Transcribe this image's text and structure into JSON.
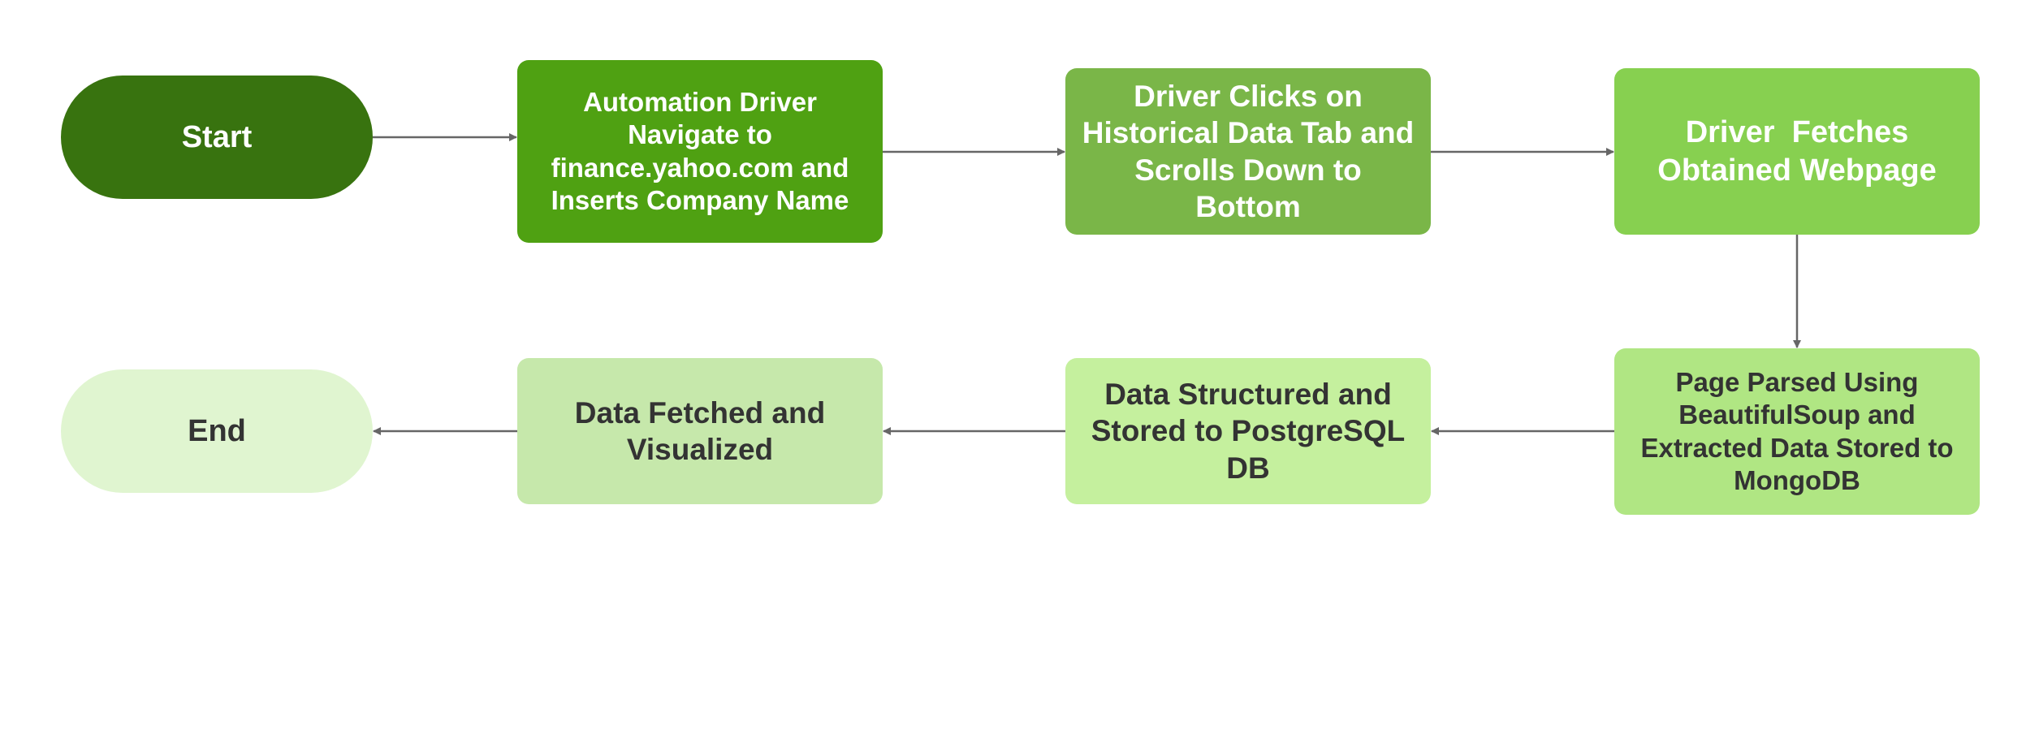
{
  "diagram": {
    "nodes": [
      {
        "id": "start",
        "shape": "pill",
        "label": "Start",
        "fill": "#38730f",
        "text_color": "#ffffff"
      },
      {
        "id": "step1",
        "shape": "rect",
        "label": "Automation Driver Navigate to finance.yahoo.com and Inserts Company Name",
        "fill": "#4fa112",
        "text_color": "#ffffff"
      },
      {
        "id": "step2",
        "shape": "rect",
        "label": "Driver Clicks on Historical Data Tab and Scrolls Down to Bottom",
        "fill": "#7ab648",
        "text_color": "#ffffff"
      },
      {
        "id": "step3",
        "shape": "rect",
        "label": "Driver  Fetches Obtained Webpage",
        "fill": "#87d050",
        "text_color": "#ffffff"
      },
      {
        "id": "step4",
        "shape": "rect",
        "label": "Page Parsed Using BeautifulSoup and Extracted Data Stored to MongoDB",
        "fill": "#b0e683",
        "text_color": "#333333"
      },
      {
        "id": "step5",
        "shape": "rect",
        "label": "Data Structured and Stored to PostgreSQL DB",
        "fill": "#c5f09e",
        "text_color": "#333333"
      },
      {
        "id": "step6",
        "shape": "rect",
        "label": "Data Fetched and Visualized",
        "fill": "#c6e8ab",
        "text_color": "#333333"
      },
      {
        "id": "end",
        "shape": "pill",
        "label": "End",
        "fill": "#e0f5d0",
        "text_color": "#333333"
      }
    ],
    "edges": [
      {
        "from": "start",
        "to": "step1"
      },
      {
        "from": "step1",
        "to": "step2"
      },
      {
        "from": "step2",
        "to": "step3"
      },
      {
        "from": "step3",
        "to": "step4"
      },
      {
        "from": "step4",
        "to": "step5"
      },
      {
        "from": "step5",
        "to": "step6"
      },
      {
        "from": "step6",
        "to": "end"
      }
    ],
    "arrow_color": "#666666"
  }
}
